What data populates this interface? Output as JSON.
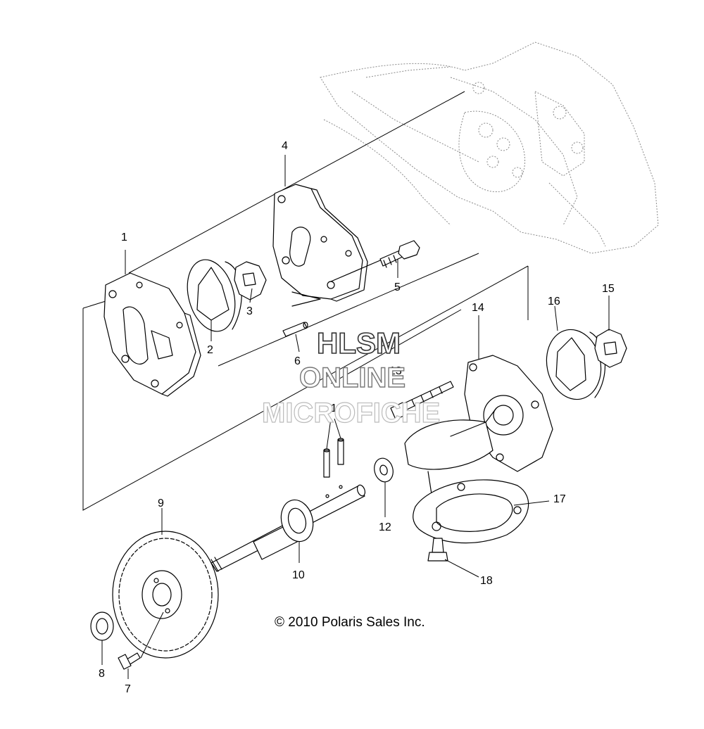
{
  "watermark": {
    "line1": "HLSM",
    "line2": "ONLINE",
    "line3": "MICROFICHE"
  },
  "copyright": "© 2010 Polaris Sales Inc.",
  "callouts": {
    "c1": "1",
    "c2": "2",
    "c3": "3",
    "c4": "4",
    "c5": "5",
    "c6": "6",
    "c7": "7",
    "c8": "8",
    "c9": "9",
    "c10": "10",
    "c11": "11",
    "c12": "12",
    "c13": "13",
    "c14": "14",
    "c15": "15",
    "c16": "16",
    "c17": "17",
    "c18": "18"
  }
}
